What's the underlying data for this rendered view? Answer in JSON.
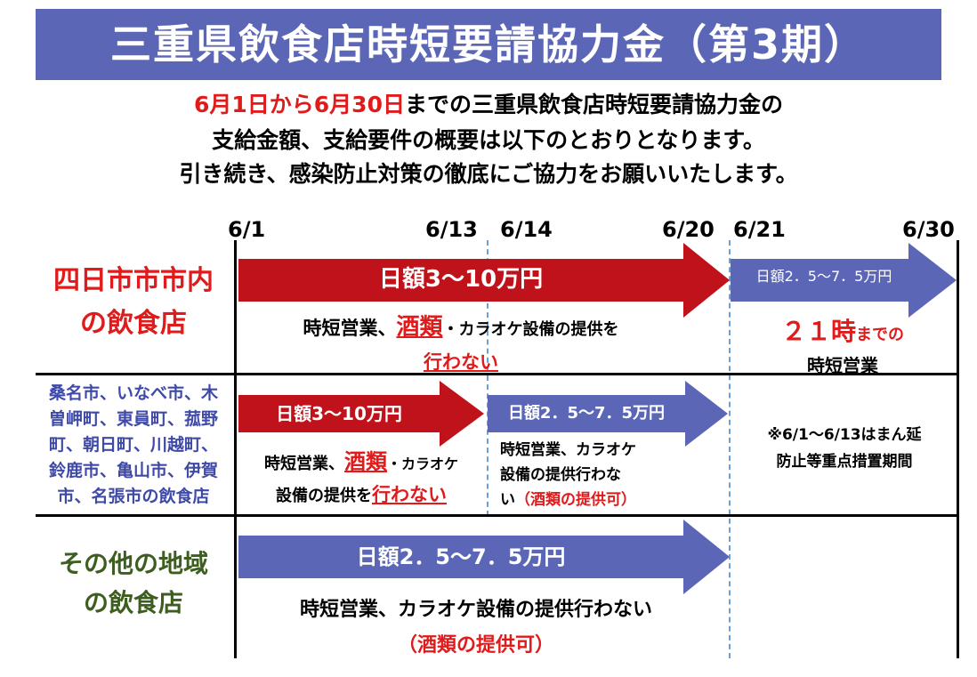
{
  "title": "三重県飲食店時短要請協力金（第3期）",
  "intro": {
    "line1_red": "6月1日から6月30日",
    "line1_rest": "までの三重県飲食店時短要請協力金の",
    "line2": "支給金額、支給要件の概要は以下のとおりとなります。",
    "line3": "引き続き、感染防止対策の徹底にご協力をお願いいたします。"
  },
  "dates": {
    "d0601": "6/1",
    "d0613": "6/13",
    "d0614": "6/14",
    "d0620": "6/20",
    "d0621": "6/21",
    "d0630": "6/30"
  },
  "regions": {
    "yokkaichi_1": "四日市市市内",
    "yokkaichi_2": "の飲食店",
    "kuwana": [
      "桑名市、いなべ市、木",
      "曽岬町、東員町、菰野",
      "町、朝日町、川越町、",
      "鈴鹿市、亀山市、伊賀",
      "市、名張市の飲食店"
    ],
    "other_1": "その他の地域",
    "other_2": "の飲食店"
  },
  "row1": {
    "arrow_red": "日額3～10万円",
    "arrow_blue": "日額2．5～7．5万円",
    "note_pre": "時短営業、",
    "note_alcohol": "酒類",
    "note_mid": "・カラオケ設備の提供を",
    "note_not": "行わない",
    "right_21": "２１時",
    "right_made": "までの",
    "right_line2": "時短営業"
  },
  "row2": {
    "arrow_red": "日額3～10万円",
    "arrow_blue": "日額2．5～7．5万円",
    "note_pre": "時短営業、",
    "note_alcohol": "酒類",
    "note_mid": "・カラオケ",
    "note_line2_pre": "設備の提供を",
    "note_not": "行わない",
    "mid_line1": "時短営業、カラオケ",
    "mid_line2": "設備の提供行わな",
    "mid_line3_pre": "い",
    "mid_line3_red": "（酒類の提供可）",
    "right_line1": "※6/1～6/13はまん延",
    "right_line2": "防止等重点措置期間"
  },
  "row3": {
    "arrow_blue": "日額2．5～7．5万円",
    "note_line1": "時短営業、カラオケ設備の提供行わない",
    "note_line2": "（酒類の提供可）"
  },
  "colors": {
    "title_bg": "#5b67b6",
    "red_arrow": "#c0121a",
    "blue_arrow": "#5b67b6",
    "red_text": "#e01b1b",
    "blue_text": "#3f4aa8",
    "green_text": "#3d5e1f",
    "dashed": "#6aa0d8"
  }
}
